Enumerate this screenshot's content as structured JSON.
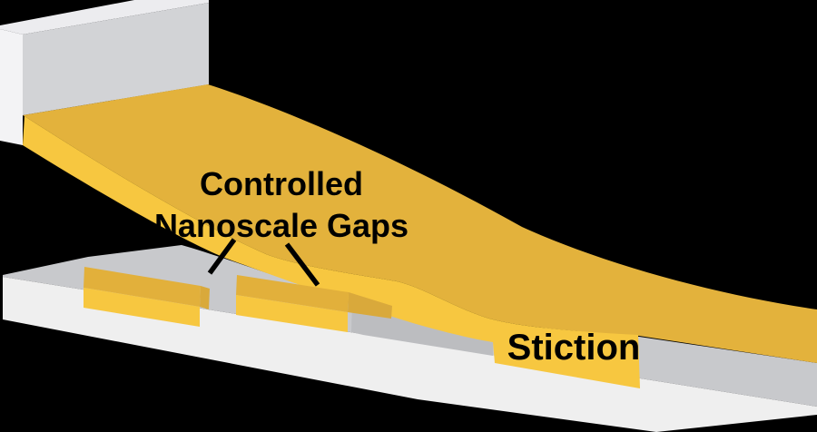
{
  "labels": {
    "gaps_line1": "Controlled",
    "gaps_line2": "Nanoscale Gaps",
    "stiction": "Stiction"
  },
  "colors": {
    "background": "#000000",
    "wall_top": "#ECECEF",
    "wall_side": "#F3F3F5",
    "wall_front": "#D2D3D6",
    "substrate_top": "#C8C9CC",
    "substrate_shadow": "#BCBDC0",
    "substrate_front": "#EFEFEF",
    "beam_top": "#E3B23C",
    "beam_front": "#F7C740",
    "pad_top": "#E2B03B",
    "pad_front": "#F7C740",
    "pad_side": "#D9A93B",
    "annotation": "#000000"
  }
}
